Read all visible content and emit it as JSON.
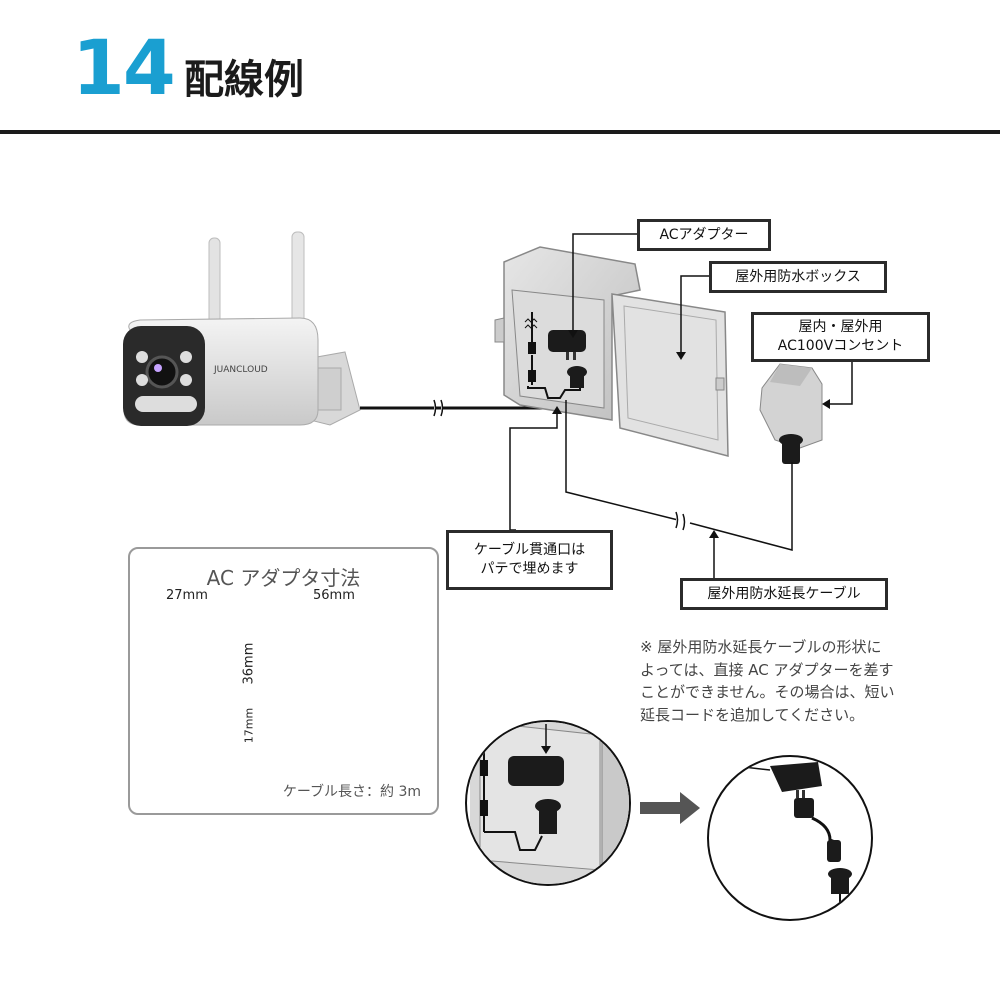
{
  "header": {
    "number": "14",
    "title": "配線例"
  },
  "camera": {
    "brand": "JUANCLOUD"
  },
  "callouts": {
    "ac_adapter": "ACアダプター",
    "outdoor_box": "屋外用防水ボックス",
    "outlet_line1": "屋内・屋外用",
    "outlet_line2": "AC100Vコンセント",
    "cable_hole_line1": "ケーブル貫通口は",
    "cable_hole_line2": "パテで埋めます",
    "extension_cable": "屋外用防水延長ケーブル"
  },
  "dimensions": {
    "title": "AC アダプタ寸法",
    "width": "27mm",
    "length": "56mm",
    "height": "36mm",
    "plug": "17mm",
    "cable_length": "ケーブル長さ：約 3m"
  },
  "note": {
    "lines": [
      "※ 屋外用防水延長ケーブルの形状に",
      "よっては、直接 AC アダプターを差す",
      "ことができません。その場合は、短い",
      "延長コードを追加してください。"
    ]
  },
  "colors": {
    "accent": "#1a9fd1",
    "dark": "#1b1b1b",
    "box": "#d9d9d9"
  }
}
